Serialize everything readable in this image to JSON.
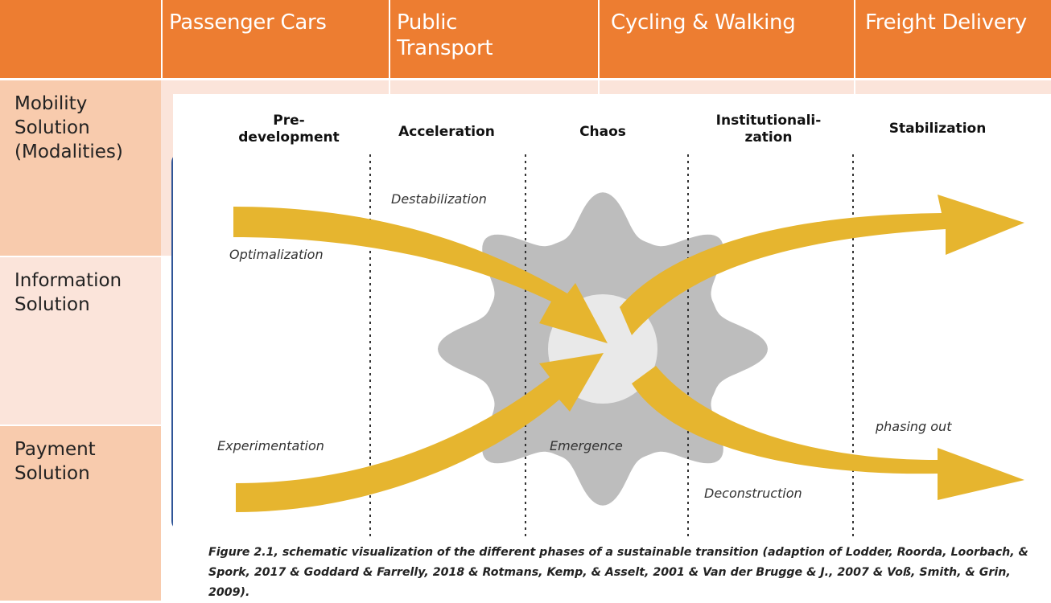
{
  "table": {
    "columns": [
      "Passenger Cars",
      "Public\nTransport",
      "Cycling & Walking",
      "Freight Delivery"
    ],
    "rows": [
      "Mobility\nSolution\n(Modalities)",
      "Information\nSolution",
      "Payment\nSolution"
    ]
  },
  "colors": {
    "header_bg": "#ED7D31",
    "row_header_bg_1": "#F8CBAD",
    "row_header_bg_2": "#FBE4DA",
    "arrow": "#E6B52F",
    "gear": "#BDBDBD",
    "gear_center": "#E9E9E9"
  },
  "figure": {
    "phases": [
      "Pre-\ndevelopment",
      "Acceleration",
      "Chaos",
      "Institutionali-\nzation",
      "Stabilization"
    ],
    "labels": {
      "destabilization": "Destabilization",
      "optimalization": "Optimalization",
      "experimentation": "Experimentation",
      "emergence": "Emergence",
      "deconstruction": "Deconstruction",
      "phasing_out": "phasing out"
    },
    "caption": "Figure 2.1, schematic visualization of the different phases of a sustainable transition (adaption of Lodder, Roorda, Loorbach, & Spork, 2017 & Goddard & Farrelly, 2018 & Rotmans, Kemp, & Asselt, 2001 & Van der Brugge & J., 2007 & Voß, Smith, & Grin, 2009)."
  }
}
